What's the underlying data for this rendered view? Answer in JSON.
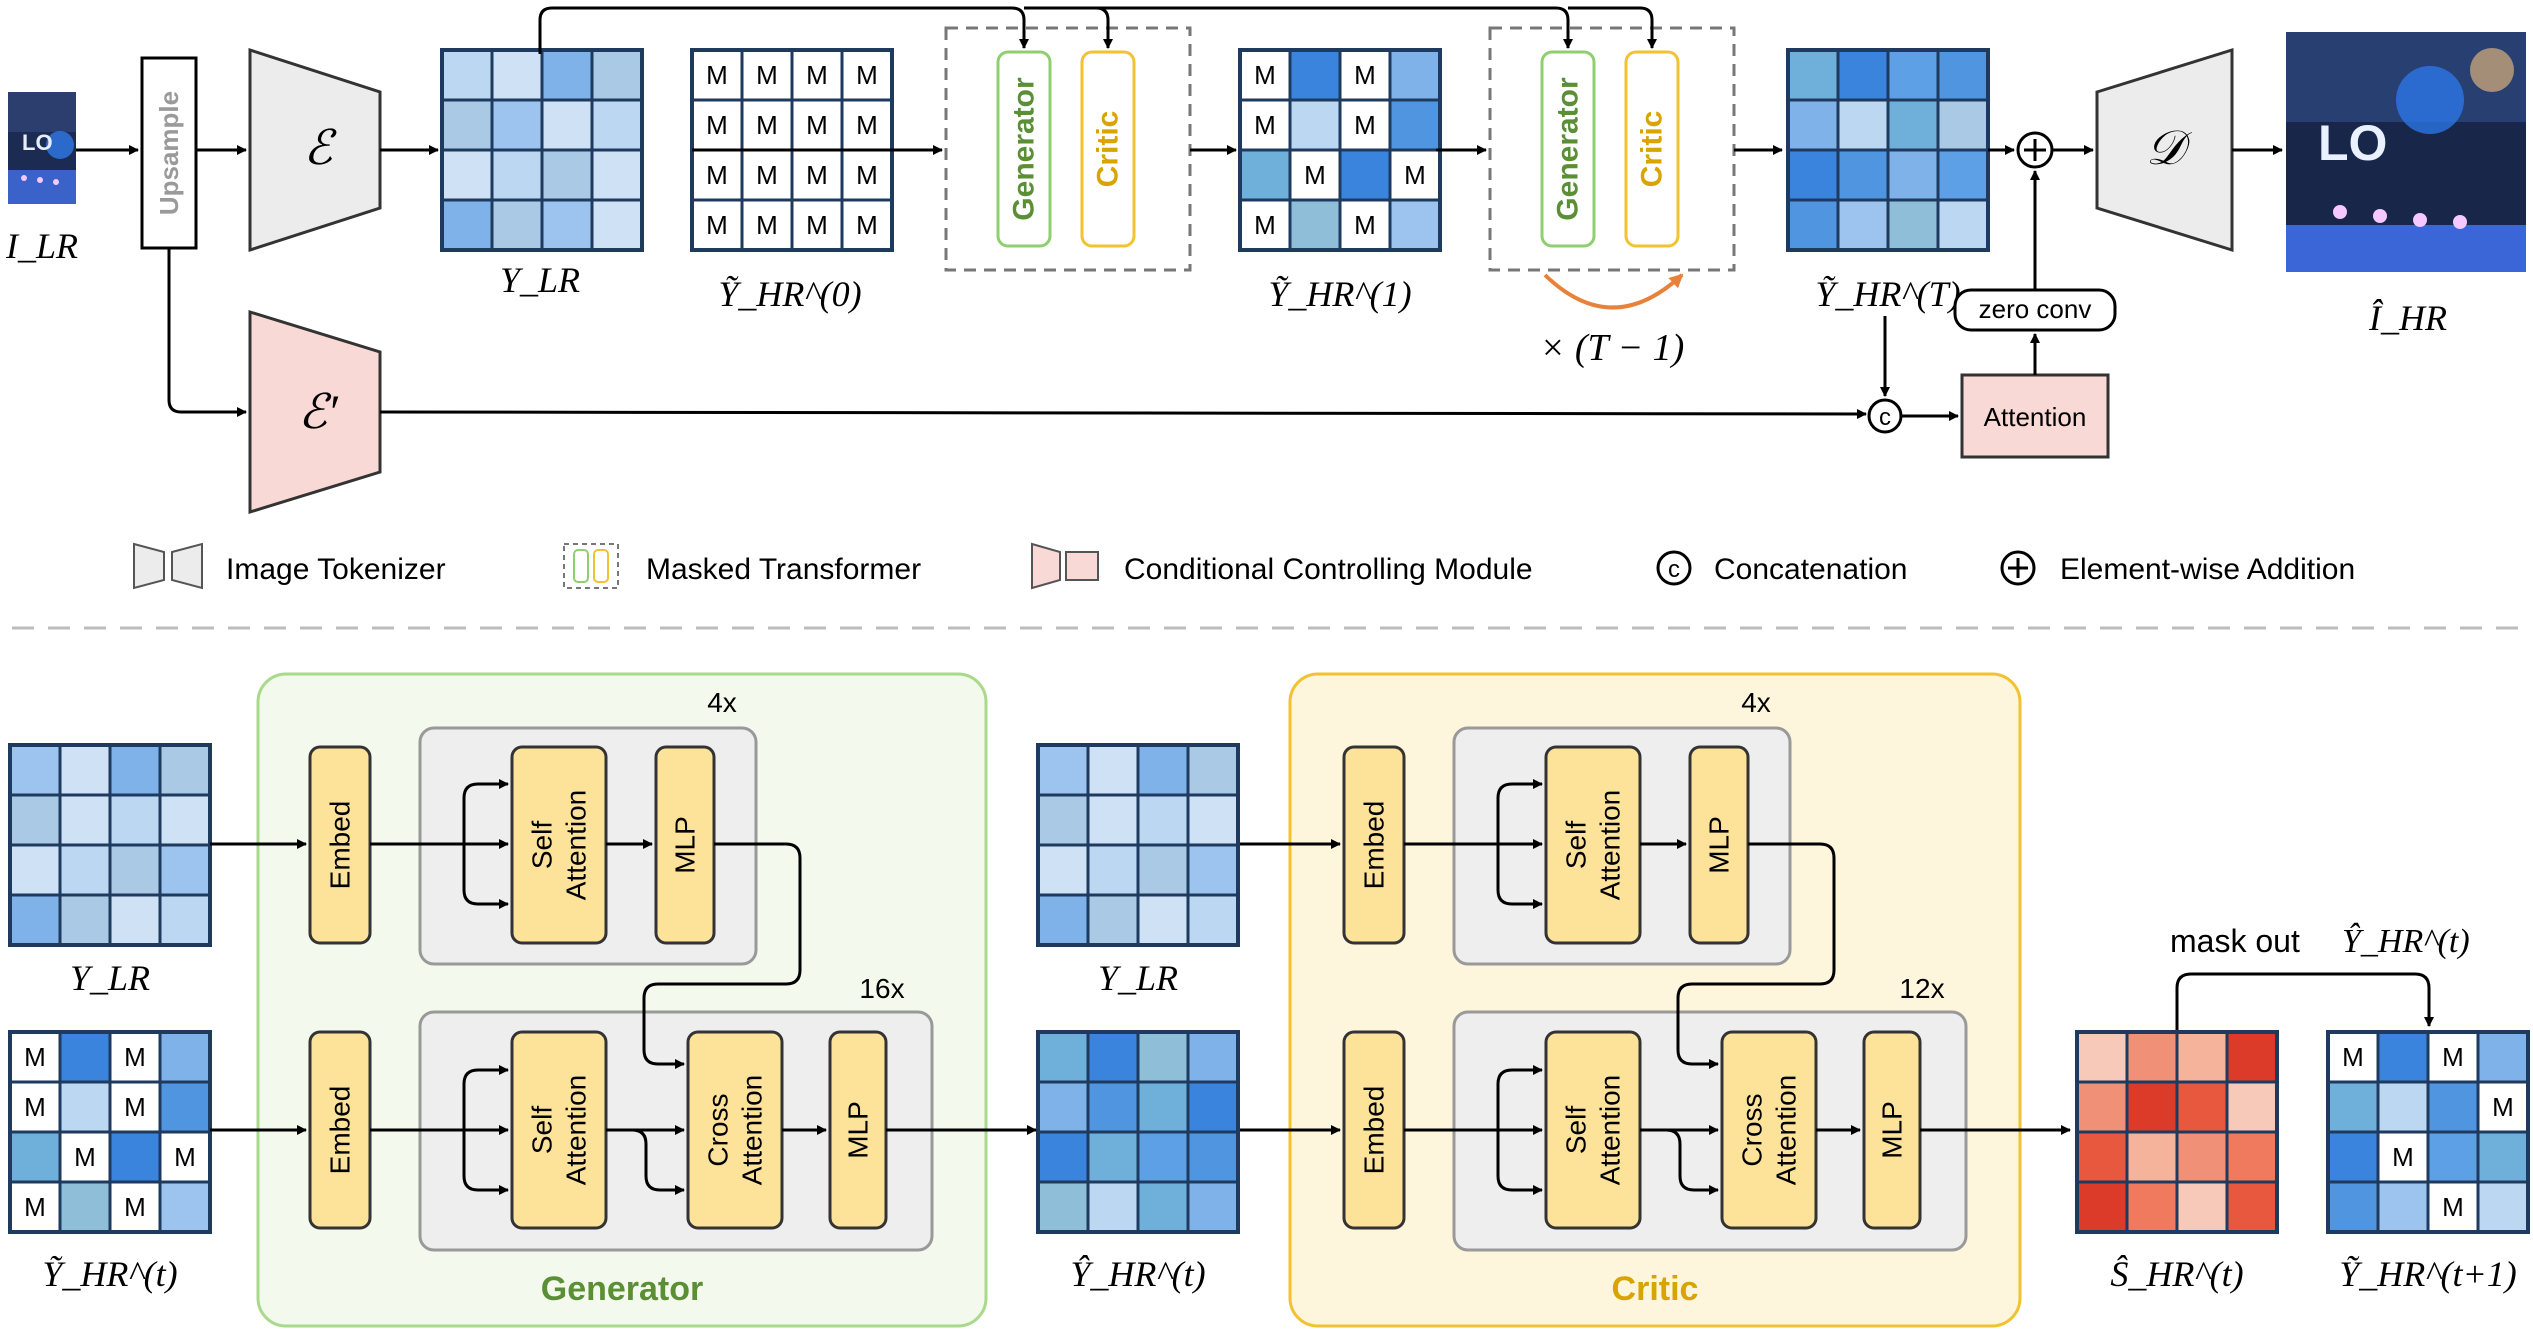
{
  "colors": {
    "generator_green": "#5b8f35",
    "critic_gold": "#d9a400",
    "yellow_block": "#fde39a",
    "pink_block": "#f8d9d6",
    "gray_block": "#eeeeee",
    "grid_border": "#1f3a5f",
    "arrow_orange": "#e8823a"
  },
  "top": {
    "input_label": "I_LR",
    "upsample": "Upsample",
    "encoder": "ℰ",
    "encoder_prime": "ℰ′",
    "y_lr": "Y_LR",
    "y_hr_0": "Ỹ_HR^(0)",
    "y_hr_1": "Ỹ_HR^(1)",
    "y_hr_T": "Ỹ_HR^(T)",
    "generator": "Generator",
    "critic": "Critic",
    "repeat": "× (T − 1)",
    "zero_conv": "zero conv",
    "attention": "Attention",
    "decoder": "𝒟",
    "output_label": "Î_HR",
    "mask_token": "M",
    "concat_symbol": "c",
    "add_symbol": "+"
  },
  "legend": [
    {
      "label": "Image Tokenizer"
    },
    {
      "label": "Masked Transformer"
    },
    {
      "label": "Conditional Controlling Module"
    },
    {
      "label": "Concatenation"
    },
    {
      "label": "Element-wise Addition"
    }
  ],
  "bottom": {
    "generator_title": "Generator",
    "critic_title": "Critic",
    "gen_top_repeat": "4x",
    "gen_bottom_repeat": "16x",
    "critic_top_repeat": "4x",
    "critic_bottom_repeat": "12x",
    "embed": "Embed",
    "self_attention_1": "Self",
    "self_attention_2": "Attention",
    "cross_attention_1": "Cross",
    "cross_attention_2": "Attention",
    "mlp": "MLP",
    "y_lr": "Y_LR",
    "y_hr_t": "Ỹ_HR^(t)",
    "y_hr_hat_t": "Ŷ_HR^(t)",
    "s_hr_t": "Ŝ_HR^(t)",
    "y_hr_t1": "Ỹ_HR^(t+1)",
    "mask_out": "mask out",
    "mask_out_var": "Ŷ_HR^(t)"
  }
}
